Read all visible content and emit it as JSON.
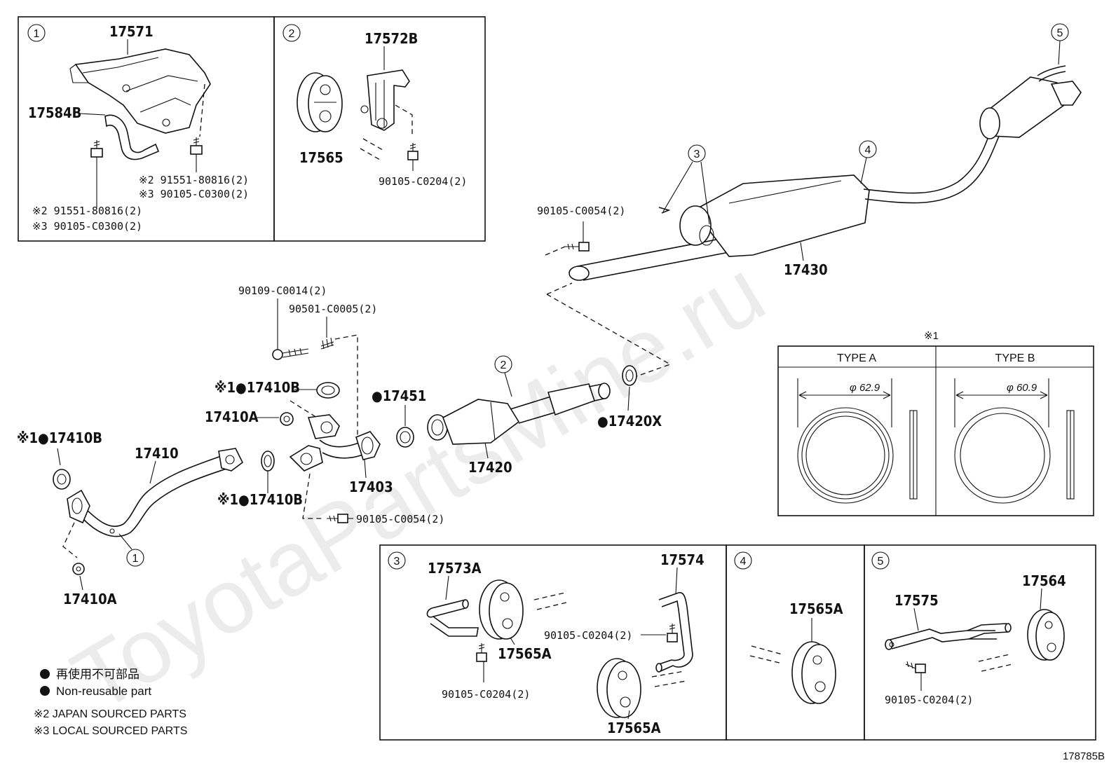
{
  "watermark": "ToyotaPartsMine.ru",
  "diagram_id": "178785B",
  "callouts": [
    "1",
    "2",
    "3",
    "4",
    "5"
  ],
  "insets": {
    "inset1": {
      "num": "1",
      "parts": [
        "17571",
        "17584B"
      ],
      "right_bolts": [
        "※2 91551-80816(2)",
        "※3 90105-C0300(2)"
      ],
      "left_bolts": [
        "※2 91551-80816(2)",
        "※3 90105-C0300(2)"
      ]
    },
    "inset2": {
      "num": "2",
      "parts": [
        "17572B",
        "17565"
      ],
      "bolt": "90105-C0204(2)"
    },
    "inset3": {
      "num": "3",
      "parts": [
        "17573A",
        "17574",
        "17565A",
        "17565A"
      ],
      "bolts": [
        "90105-C0204(2)",
        "90105-C0204(2)"
      ]
    },
    "inset4": {
      "num": "4",
      "parts": [
        "17565A"
      ]
    },
    "inset5": {
      "num": "5",
      "parts": [
        "17575",
        "17564"
      ],
      "bolt": "90105-C0204(2)"
    }
  },
  "main_parts": {
    "p17430": "17430",
    "b_top": "90105-C0054(2)",
    "b_mid": "90105-C0054(2)",
    "b_90109": "90109-C0014(2)",
    "b_90501": "90501-C0005(2)",
    "g_17410B_a": "※1●17410B",
    "g_17410B_b": "※1●17410B",
    "g_17410B_c": "※1●17410B",
    "p17410A_a": "17410A",
    "p17410A_b": "17410A",
    "p17410": "17410",
    "p17403": "17403",
    "g17451": "●17451",
    "p17420": "17420",
    "g17420X": "●17420X"
  },
  "gasket_table": {
    "note": "※1",
    "type_a": "TYPE A",
    "type_b": "TYPE B",
    "dia_a": "φ 62.9",
    "dia_b": "φ 60.9"
  },
  "legend": {
    "non_reusable_jp": "再使用不可部品",
    "non_reusable_en": "Non-reusable part",
    "note2": "※2 JAPAN SOURCED PARTS",
    "note3": "※3 LOCAL SOURCED PARTS"
  }
}
